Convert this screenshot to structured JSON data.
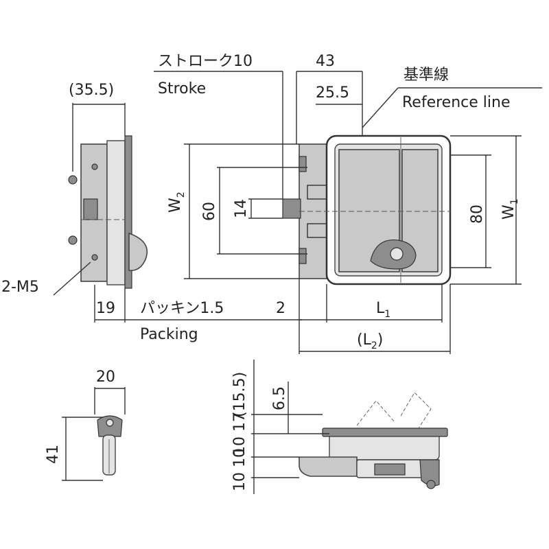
{
  "labels": {
    "stroke_jp": "ストローク10",
    "stroke_en": "Stroke",
    "reference_jp": "基準線",
    "reference_en": "Reference line",
    "packing_jp": "パッキン1.5",
    "packing_en": "Packing",
    "thread": "2-M5"
  },
  "dims": {
    "d35_5": "(35.5)",
    "d43": "43",
    "d25_5": "25.5",
    "d_w2": "W",
    "d_w2_sub": "2",
    "d60": "60",
    "d14": "14",
    "d80": "80",
    "d_w1": "W",
    "d_w1_sub": "1",
    "d19": "19",
    "d2": "2",
    "d_l1": "L",
    "d_l1_sub": "1",
    "d_l2_open": "(L",
    "d_l2_sub": "2",
    "d_l2_close": ")",
    "d20": "20",
    "d41": "41",
    "d15_5": "(15.5)",
    "d6_5": "6.5",
    "d10_17": "10 17",
    "d10_10": "10 10"
  }
}
